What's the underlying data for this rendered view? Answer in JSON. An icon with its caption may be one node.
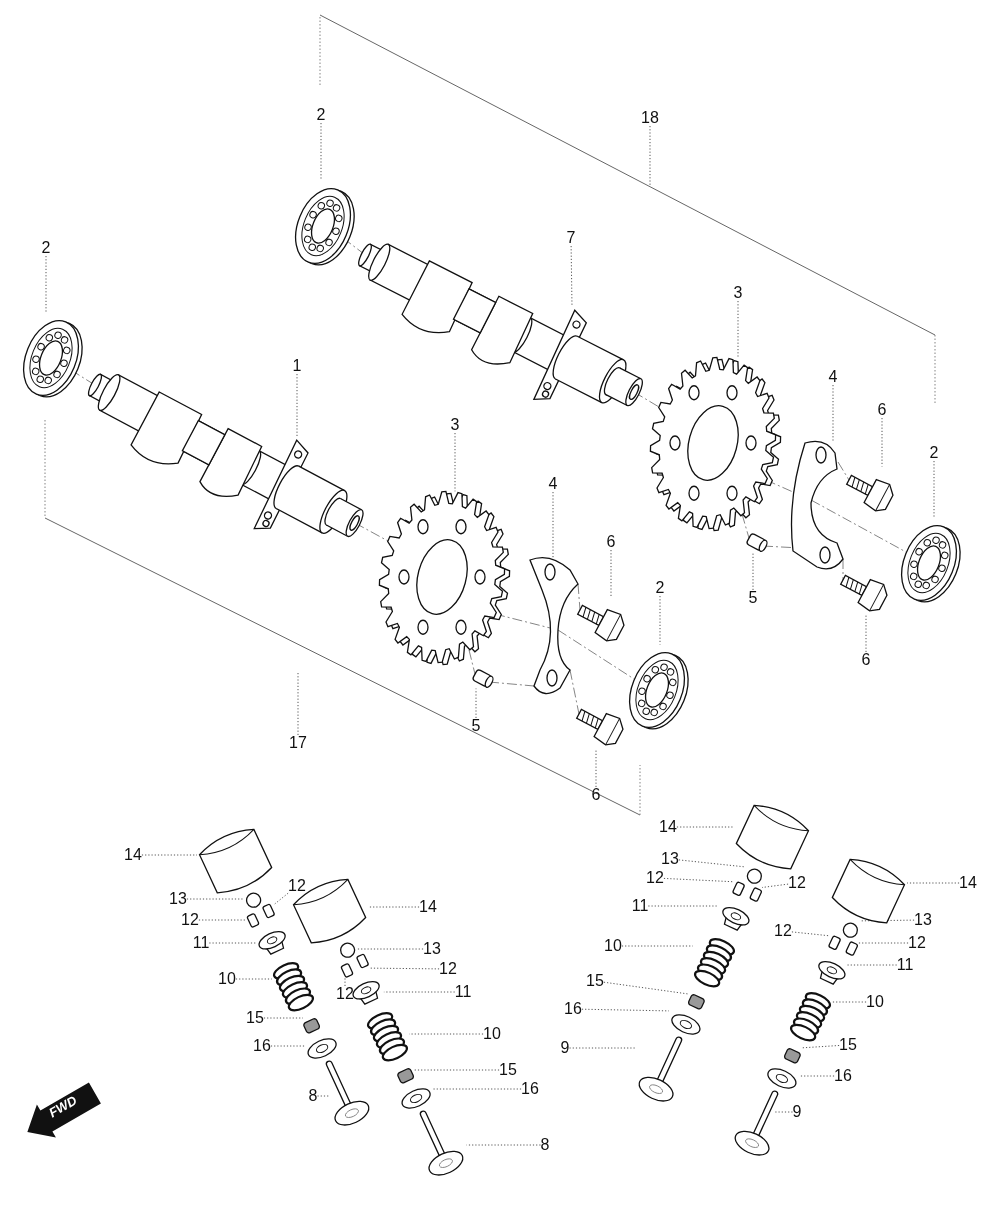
{
  "diagram": {
    "nodes": [
      {
        "text": [
          "2"
        ]
      },
      {
        "text": [
          "18"
        ]
      },
      {
        "text": [
          "7"
        ]
      },
      {
        "text": [
          "2"
        ]
      },
      {
        "text": [
          "3"
        ]
      },
      {
        "text": [
          "1"
        ]
      },
      {
        "text": [
          "4"
        ]
      },
      {
        "text": [
          "6"
        ]
      },
      {
        "text": [
          "3"
        ]
      },
      {
        "text": [
          "2"
        ]
      },
      {
        "text": [
          "4"
        ]
      },
      {
        "text": [
          "6"
        ]
      },
      {
        "text": [
          "2"
        ]
      },
      {
        "text": [
          "5"
        ]
      },
      {
        "text": [
          "6"
        ]
      },
      {
        "text": [
          "5"
        ]
      },
      {
        "text": [
          "17"
        ]
      },
      {
        "text": [
          "6"
        ]
      },
      {
        "text": [
          "14"
        ]
      },
      {
        "text": [
          "14"
        ]
      },
      {
        "text": [
          "13"
        ]
      },
      {
        "text": [
          "12"
        ]
      },
      {
        "text": [
          "12"
        ]
      },
      {
        "text": [
          "14"
        ]
      },
      {
        "text": [
          "12"
        ]
      },
      {
        "text": [
          "13"
        ]
      },
      {
        "text": [
          "11"
        ]
      },
      {
        "text": [
          "14"
        ]
      },
      {
        "text": [
          "12"
        ]
      },
      {
        "text": [
          "13"
        ]
      },
      {
        "text": [
          "12"
        ]
      },
      {
        "text": [
          "11"
        ]
      },
      {
        "text": [
          "12"
        ]
      },
      {
        "text": [
          "10"
        ]
      },
      {
        "text": [
          "13"
        ]
      },
      {
        "text": [
          "11"
        ]
      },
      {
        "text": [
          "12"
        ]
      },
      {
        "text": [
          "10"
        ]
      },
      {
        "text": [
          "15"
        ]
      },
      {
        "text": [
          "11"
        ]
      },
      {
        "text": [
          "12"
        ]
      },
      {
        "text": [
          "10"
        ]
      },
      {
        "text": [
          "16"
        ]
      },
      {
        "text": [
          "15"
        ]
      },
      {
        "text": [
          "10"
        ]
      },
      {
        "text": [
          "15"
        ]
      },
      {
        "text": [
          "16"
        ]
      },
      {
        "text": [
          "9"
        ]
      },
      {
        "text": [
          "15"
        ]
      },
      {
        "text": [
          "16"
        ]
      },
      {
        "text": [
          "16"
        ]
      },
      {
        "text": [
          "8"
        ]
      },
      {
        "text": [
          "9"
        ]
      },
      {
        "text": [
          "8"
        ]
      },
      {
        "text": [],
        "shape": "picture"
      },
      {
        "text": [],
        "shape": "picture"
      },
      {
        "text": [],
        "shape": "picture"
      },
      {
        "text": [],
        "shape": "picture"
      },
      {
        "text": [],
        "shape": "picture"
      },
      {
        "text": [],
        "shape": "picture"
      },
      {
        "text": [],
        "shape": "picture"
      },
      {
        "text": [],
        "shape": "picture"
      },
      {
        "text": [],
        "shape": "picture"
      },
      {
        "text": [],
        "shape": "picture"
      },
      {
        "text": [],
        "shape": "picture"
      },
      {
        "text": [],
        "shape": "picture"
      },
      {
        "text": [],
        "shape": "picture"
      },
      {
        "text": [],
        "shape": "picture"
      },
      {
        "text": [],
        "shape": "picture"
      },
      {
        "text": [],
        "shape": "picture"
      },
      {
        "text": [],
        "shape": "picture"
      },
      {
        "text": [],
        "shape": "circle"
      },
      {
        "text": [],
        "shape": "box"
      },
      {
        "text": [],
        "shape": "box"
      },
      {
        "text": [],
        "shape": "picture"
      },
      {
        "text": [],
        "shape": "picture"
      },
      {
        "text": [],
        "shape": "box"
      },
      {
        "text": [],
        "shape": "picture"
      },
      {
        "text": [],
        "shape": "picture"
      },
      {
        "text": [],
        "shape": "picture"
      },
      {
        "text": [],
        "shape": "circle"
      },
      {
        "text": [],
        "shape": "box"
      },
      {
        "text": [],
        "shape": "box"
      },
      {
        "text": [],
        "shape": "picture"
      },
      {
        "text": [],
        "shape": "picture"
      },
      {
        "text": [],
        "shape": "box"
      },
      {
        "text": [],
        "shape": "picture"
      },
      {
        "text": [],
        "shape": "picture"
      },
      {
        "text": [],
        "shape": "picture"
      },
      {
        "text": [],
        "shape": "circle"
      },
      {
        "text": [],
        "shape": "box"
      },
      {
        "text": [],
        "shape": "box"
      },
      {
        "text": [],
        "shape": "picture"
      },
      {
        "text": [],
        "shape": "picture"
      },
      {
        "text": [],
        "shape": "box"
      },
      {
        "text": [],
        "shape": "picture"
      },
      {
        "text": [],
        "shape": "picture"
      },
      {
        "text": [],
        "shape": "picture"
      },
      {
        "text": [],
        "shape": "circle"
      },
      {
        "text": [],
        "shape": "box"
      },
      {
        "text": [],
        "shape": "box"
      },
      {
        "text": [],
        "shape": "picture"
      },
      {
        "text": [],
        "shape": "picture"
      },
      {
        "text": [],
        "shape": "box"
      },
      {
        "text": [],
        "shape": "picture"
      },
      {
        "text": [],
        "shape": "picture"
      }
    ],
    "edges": [
      {
        "from": 0,
        "to": 54,
        "arrow": "none"
      },
      {
        "from": 1,
        "to": null,
        "arrow": "none"
      },
      {
        "from": 2,
        "to": 55,
        "arrow": "none"
      },
      {
        "from": 3,
        "to": 62,
        "arrow": "none"
      },
      {
        "from": 4,
        "to": 56,
        "arrow": "none"
      },
      {
        "from": 5,
        "to": 63,
        "arrow": "none"
      },
      {
        "from": 6,
        "to": 57,
        "arrow": "none"
      },
      {
        "from": 7,
        "to": 58,
        "arrow": "none"
      },
      {
        "from": 8,
        "to": 64,
        "arrow": "none"
      },
      {
        "from": 9,
        "to": 59,
        "arrow": "none"
      },
      {
        "from": 10,
        "to": 65,
        "arrow": "none"
      },
      {
        "from": 11,
        "to": 66,
        "arrow": "none"
      },
      {
        "from": 12,
        "to": 67,
        "arrow": "none"
      },
      {
        "from": 13,
        "to": 60,
        "arrow": "none"
      },
      {
        "from": 14,
        "to": 61,
        "arrow": "none"
      },
      {
        "from": 15,
        "to": 68,
        "arrow": "none"
      },
      {
        "from": 16,
        "to": null,
        "arrow": "none"
      },
      {
        "from": 17,
        "to": 69,
        "arrow": "none"
      },
      {
        "from": 18,
        "to": 88,
        "arrow": "none"
      },
      {
        "from": 19,
        "to": 70,
        "arrow": "none"
      },
      {
        "from": 20,
        "to": 89,
        "arrow": "none"
      },
      {
        "from": 21,
        "to": 90,
        "arrow": "none"
      },
      {
        "from": 22,
        "to": 91,
        "arrow": "none"
      },
      {
        "from": 23,
        "to": 97,
        "arrow": "none"
      },
      {
        "from": 24,
        "to": 73,
        "arrow": "none"
      },
      {
        "from": 25,
        "to": 71,
        "arrow": "none"
      },
      {
        "from": 26,
        "to": 92,
        "arrow": "none"
      },
      {
        "from": 27,
        "to": 79,
        "arrow": "none"
      },
      {
        "from": 28,
        "to": 72,
        "arrow": "none"
      },
      {
        "from": 29,
        "to": 98,
        "arrow": "none"
      },
      {
        "from": 30,
        "to": 99,
        "arrow": "none"
      },
      {
        "from": 31,
        "to": 74,
        "arrow": "none"
      },
      {
        "from": 32,
        "to": 100,
        "arrow": "none"
      },
      {
        "from": 33,
        "to": 93,
        "arrow": "none"
      },
      {
        "from": 34,
        "to": 80,
        "arrow": "none"
      },
      {
        "from": 35,
        "to": 101,
        "arrow": "none"
      },
      {
        "from": 36,
        "to": 82,
        "arrow": "none"
      },
      {
        "from": 37,
        "to": 75,
        "arrow": "none"
      },
      {
        "from": 38,
        "to": 94,
        "arrow": "none"
      },
      {
        "from": 39,
        "to": 83,
        "arrow": "none"
      },
      {
        "from": 40,
        "to": 81,
        "arrow": "none"
      },
      {
        "from": 41,
        "to": 102,
        "arrow": "none"
      },
      {
        "from": 42,
        "to": 95,
        "arrow": "none"
      },
      {
        "from": 43,
        "to": 76,
        "arrow": "none"
      },
      {
        "from": 44,
        "to": 84,
        "arrow": "none"
      },
      {
        "from": 45,
        "to": 103,
        "arrow": "none"
      },
      {
        "from": 46,
        "to": 77,
        "arrow": "none"
      },
      {
        "from": 47,
        "to": 96,
        "arrow": "none"
      },
      {
        "from": 48,
        "to": 85,
        "arrow": "none"
      },
      {
        "from": 49,
        "to": 104,
        "arrow": "none"
      },
      {
        "from": 50,
        "to": 86,
        "arrow": "none"
      },
      {
        "from": 51,
        "to": 78,
        "arrow": "none"
      },
      {
        "from": 52,
        "to": 105,
        "arrow": "none"
      },
      {
        "from": 53,
        "to": 87,
        "arrow": "none"
      },
      {
        "from": 54,
        "to": 55,
        "arrow": "none",
        "style": "dashed"
      },
      {
        "from": 55,
        "to": 56,
        "arrow": "none",
        "style": "dashed"
      },
      {
        "from": 56,
        "to": 57,
        "arrow": "none",
        "style": "dashed"
      },
      {
        "from": 57,
        "to": 59,
        "arrow": "none",
        "style": "dashed"
      },
      {
        "from": 57,
        "to": 58,
        "arrow": "none",
        "style": "dashed"
      },
      {
        "from": 56,
        "to": 60,
        "arrow": "none",
        "style": "dashed"
      },
      {
        "from": 60,
        "to": 57,
        "arrow": "none",
        "style": "dashed"
      },
      {
        "from": 57,
        "to": 61,
        "arrow": "none",
        "style": "dashed"
      },
      {
        "from": 62,
        "to": 63,
        "arrow": "none",
        "style": "dashed"
      },
      {
        "from": 63,
        "to": 64,
        "arrow": "none",
        "style": "dashed"
      },
      {
        "from": 64,
        "to": 65,
        "arrow": "none",
        "style": "dashed"
      },
      {
        "from": 65,
        "to": 67,
        "arrow": "none",
        "style": "dashed"
      },
      {
        "from": 65,
        "to": 66,
        "arrow": "none",
        "style": "dashed"
      },
      {
        "from": 64,
        "to": 68,
        "arrow": "none",
        "style": "dashed"
      },
      {
        "from": 68,
        "to": 65,
        "arrow": "none",
        "style": "dashed"
      },
      {
        "from": 65,
        "to": 69,
        "arrow": "none",
        "style": "dashed"
      }
    ],
    "labels": [
      "FWD"
    ]
  }
}
